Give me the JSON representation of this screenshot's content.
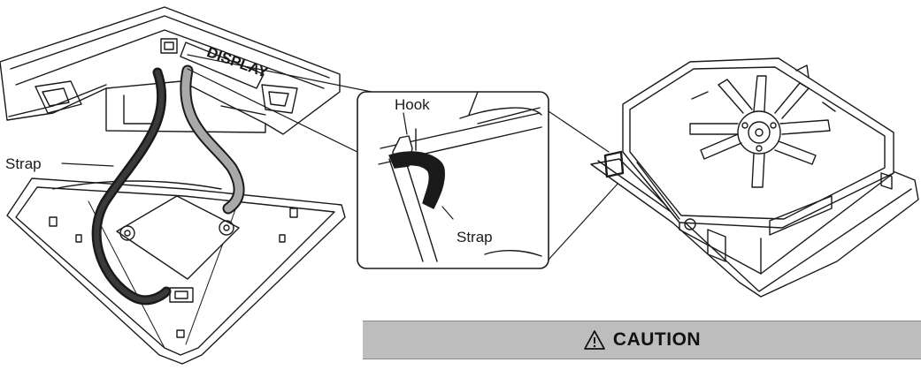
{
  "labels": {
    "strap_left": "Strap",
    "hook": "Hook",
    "strap_inset": "Strap",
    "panel_stamp": "DISPLAY"
  },
  "caution": {
    "icon": "warning-triangle-icon",
    "title": "CAUTION",
    "header_color": "#bdbdbd"
  }
}
